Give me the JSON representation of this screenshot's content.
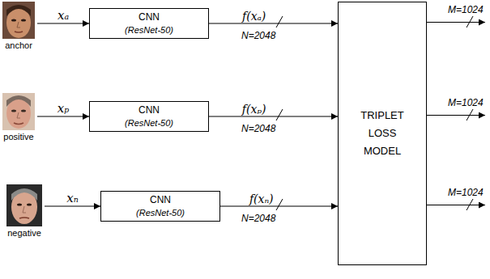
{
  "diagram": {
    "nodes": [
      {
        "text": [
          "anchor"
        ]
      },
      {
        "text": [
          "CNN",
          "(ResNet-50)"
        ]
      },
      {
        "text": [
          "positive"
        ]
      },
      {
        "text": [
          "CNN",
          "(ResNet-50)"
        ]
      },
      {
        "text": [
          "negative"
        ]
      },
      {
        "text": [
          "CNN",
          "(ResNet-50)"
        ]
      },
      {
        "text": [
          "TRIPLET LOSS MODEL"
        ]
      }
    ],
    "edges": [
      {
        "from": 0,
        "to": 1,
        "arrow": "to",
        "label": "xₐ"
      },
      {
        "from": 1,
        "to": 6,
        "arrow": "to",
        "label": "f(xₐ)"
      },
      {
        "from": 2,
        "to": 3,
        "arrow": "to",
        "label": "xₚ"
      },
      {
        "from": 3,
        "to": 6,
        "arrow": "to",
        "label": "f(xₚ)"
      },
      {
        "from": 4,
        "to": 5,
        "arrow": "to",
        "label": "xₙ"
      },
      {
        "from": 5,
        "to": 6,
        "arrow": "to",
        "label": "f(xₙ)"
      }
    ],
    "labels": [
      "N=2048",
      "M=1024",
      "N=2048",
      "M=1024",
      "N=2048",
      "M=1024"
    ]
  }
}
